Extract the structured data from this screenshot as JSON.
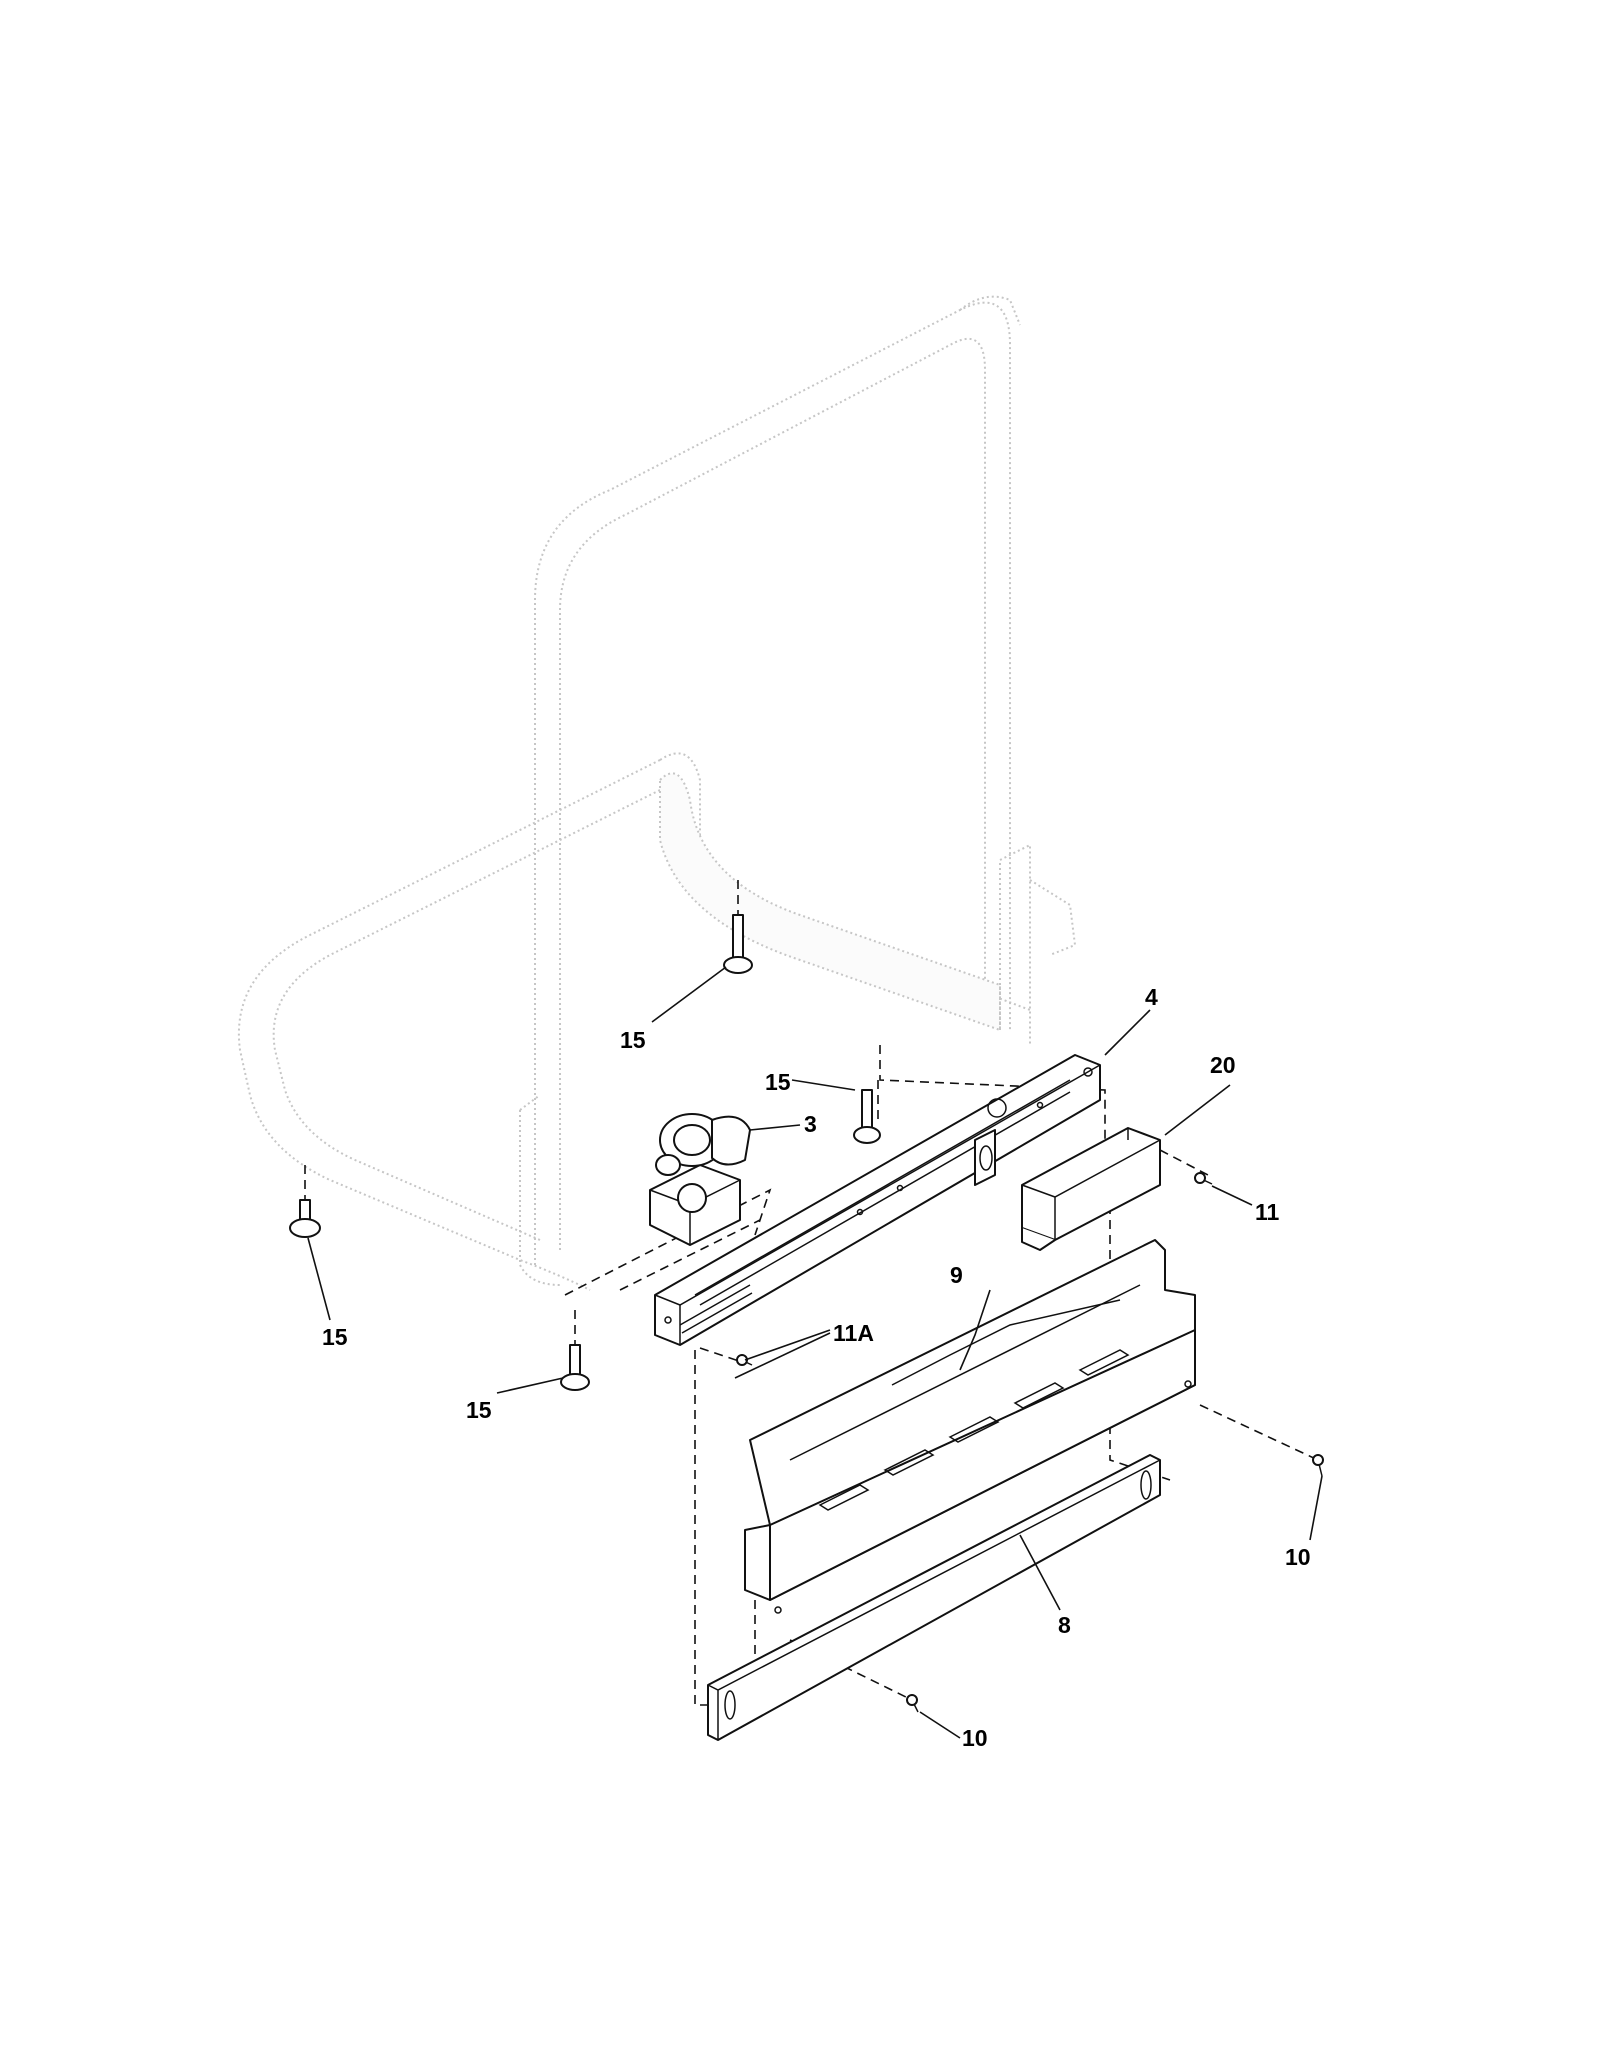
{
  "callouts": {
    "c4": "4",
    "c20": "20",
    "c3": "3",
    "c11": "11",
    "c9": "9",
    "c11a": "11A",
    "c15_a": "15",
    "c15_b": "15",
    "c15_c": "15",
    "c15_d": "15",
    "c10_a": "10",
    "c10_b": "10",
    "c8": "8"
  }
}
